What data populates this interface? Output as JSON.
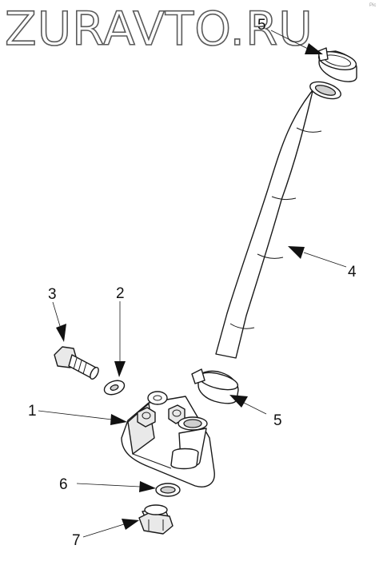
{
  "watermark": "ZURAVTO.RU",
  "corner_text": "Pic",
  "callouts": [
    {
      "id": "c1",
      "label": "1"
    },
    {
      "id": "c2",
      "label": "2"
    },
    {
      "id": "c3",
      "label": "3"
    },
    {
      "id": "c4",
      "label": "4"
    },
    {
      "id": "c5a",
      "label": "5"
    },
    {
      "id": "c5b",
      "label": "5"
    },
    {
      "id": "c6",
      "label": "6"
    },
    {
      "id": "c7",
      "label": "7"
    }
  ]
}
